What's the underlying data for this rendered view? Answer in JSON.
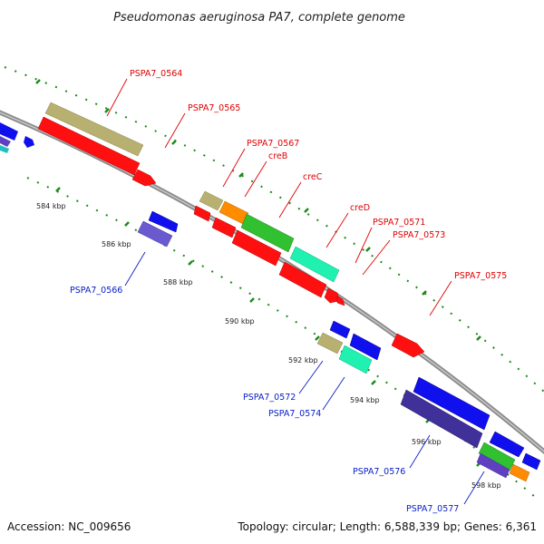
{
  "title": "Pseudomonas aeruginosa PA7, complete genome",
  "footer": {
    "accession": "Accession: NC_009656",
    "summary": "Topology: circular; Length: 6,588,339 bp; Genes: 6,361"
  },
  "ticks": [
    "584 kbp",
    "586 kbp",
    "588 kbp",
    "590 kbp",
    "592 kbp",
    "594 kbp",
    "596 kbp",
    "598 kbp"
  ],
  "gene_labels_top": [
    "PSPA7_0564",
    "PSPA7_0565",
    "PSPA7_0567",
    "creB",
    "creC",
    "creD",
    "PSPA7_0571",
    "PSPA7_0573",
    "PSPA7_0575"
  ],
  "gene_labels_bottom": [
    "PSPA7_0566",
    "PSPA7_0572",
    "PSPA7_0574",
    "PSPA7_0576",
    "PSPA7_0577"
  ],
  "colors": {
    "forward_cds": "#ff1010",
    "reverse_cds": "#1010ee",
    "khaki": "#b8b070",
    "green": "#30c030",
    "teal": "#20f0b0",
    "orange": "#ff8c00",
    "purple": "#6040c0",
    "backbone": "#8a8a8a",
    "tick": "#1a8a1a"
  }
}
